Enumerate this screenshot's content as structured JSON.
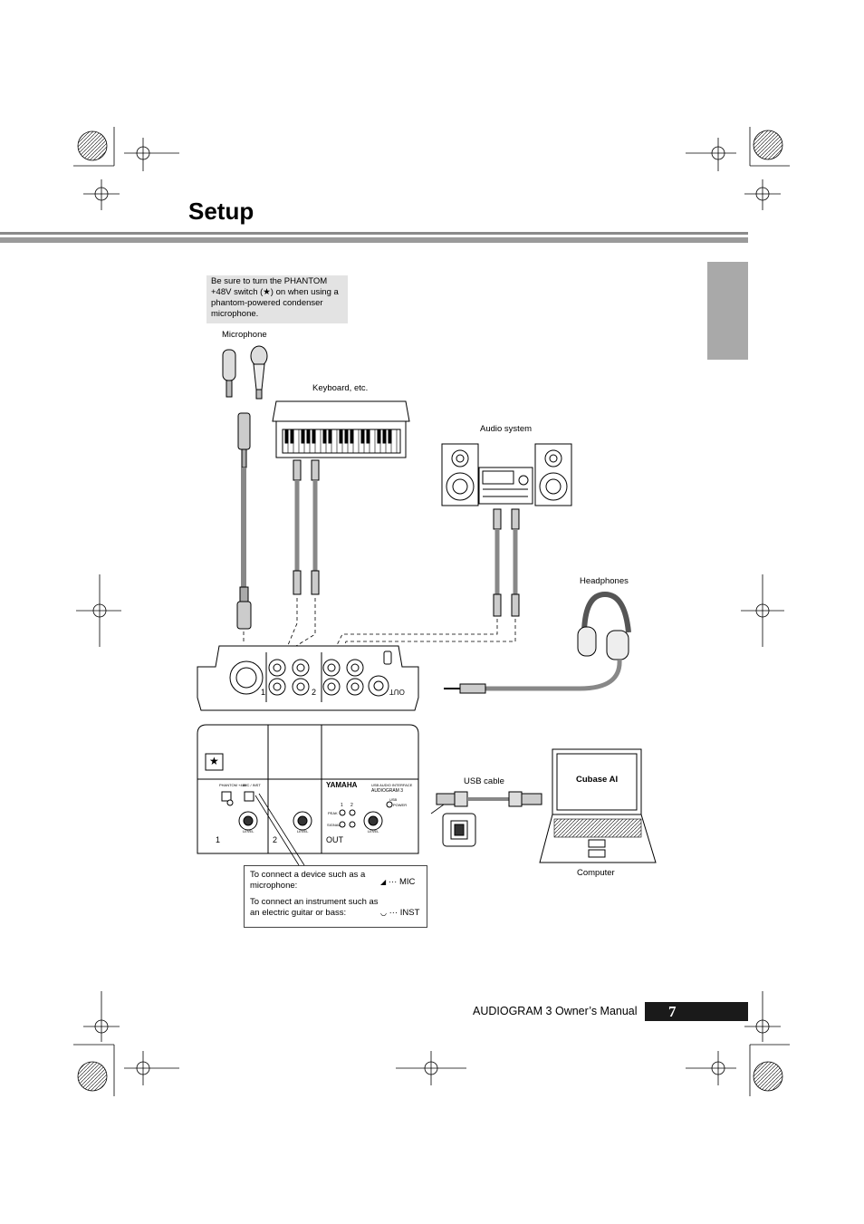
{
  "page": {
    "title": "Setup",
    "footer_text": "AUDIOGRAM 3 Owner’s Manual",
    "page_number": "7"
  },
  "phantom_note": "Be sure to turn the PHANTOM +48V switch (★) on when using a phantom-powered condenser microphone.",
  "labels": {
    "microphone": "Microphone",
    "keyboard": "Keyboard, etc.",
    "audio_system": "Audio system",
    "headphones": "Headphones",
    "usb_cable": "USB cable",
    "computer": "Computer",
    "cubase": "Cubase AI",
    "star": "★"
  },
  "rear_panel": {
    "input1_label": "1",
    "input2_label": "2",
    "out_label": "OUT"
  },
  "front_panel": {
    "channel1": "1",
    "channel2": "2",
    "out": "OUT",
    "phantom_label": "PHANTOM +48V",
    "mic_inst_label": "MIC / INST",
    "brand": "YAMAHA",
    "model": "AUDIOGRAM 3",
    "interface_label": "USB AUDIO INTERFACE",
    "usb_label": "USB",
    "power_label": "POWER",
    "peak_label": "PEAK",
    "signal_label": "SIGNAL",
    "level_label": "LEVEL",
    "led_1": "1",
    "led_2": "2"
  },
  "connection_info": {
    "mic_text": "To connect a device such as a microphone:",
    "mic_tag": "MIC",
    "inst_text": "To connect an instrument such as an electric guitar or bass:",
    "inst_tag": "INST",
    "dots": "···"
  }
}
